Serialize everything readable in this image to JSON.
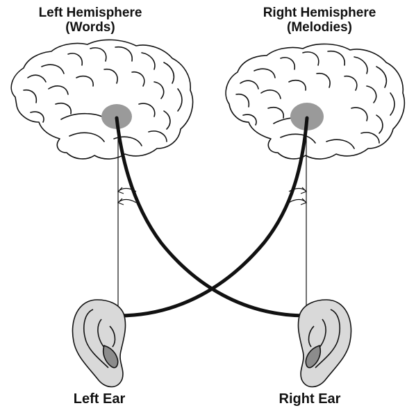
{
  "labels": {
    "left_hemisphere": {
      "title": "Left Hemisphere",
      "subtitle": "(Words)"
    },
    "right_hemisphere": {
      "title": "Right Hemisphere",
      "subtitle": "(Melodies)"
    },
    "left_ear": "Left Ear",
    "right_ear": "Right Ear"
  },
  "colors": {
    "ink": "#111111",
    "auditory_area": "#9a9a9a",
    "ear_fill": "#d9d9d9",
    "ear_shadow": "#8c8c8c",
    "background": "#ffffff"
  },
  "icons": {
    "left_brain": "brain-left-icon",
    "right_brain": "brain-right-icon",
    "left_ear": "ear-left-icon",
    "right_ear": "ear-right-icon"
  }
}
